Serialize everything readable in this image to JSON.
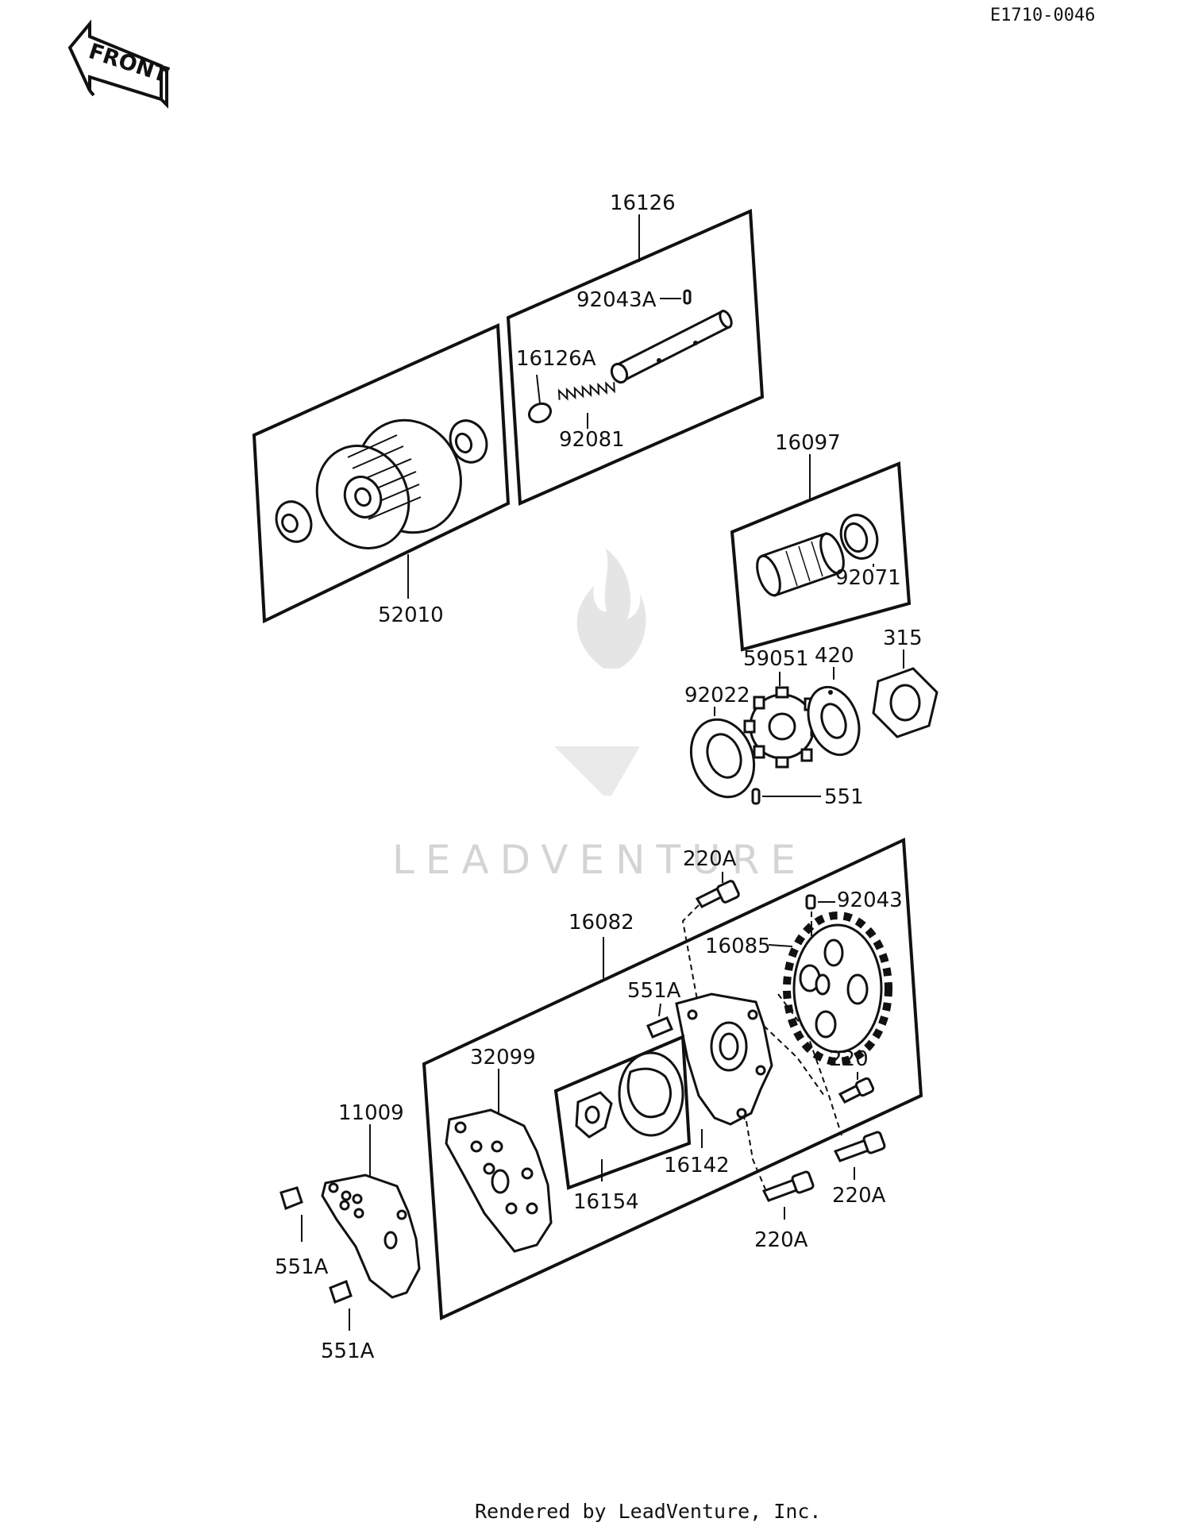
{
  "drawing_id": "E1710-0046",
  "front_arrow_text": "FRONT",
  "watermark": {
    "brand": "LEADVENTURE"
  },
  "footer": "Rendered by LeadVenture, Inc.",
  "labels": {
    "p16126": "16126",
    "p92043A": "92043A",
    "p16126A": "16126A",
    "p92081": "92081",
    "p52010": "52010",
    "p16097": "16097",
    "p92071": "92071",
    "p92022": "92022",
    "p59051": "59051",
    "p420": "420",
    "p315": "315",
    "p551": "551",
    "p220A_top": "220A",
    "p92043": "92043",
    "p16082": "16082",
    "p16085": "16085",
    "p551A_mid": "551A",
    "p32099": "32099",
    "p220_right": "220",
    "p11009": "11009",
    "p16142": "16142",
    "p16154": "16154",
    "p220A_right": "220A",
    "p220A_bottom": "220A",
    "p551A_left": "551A",
    "p551A_bottom": "551A"
  }
}
